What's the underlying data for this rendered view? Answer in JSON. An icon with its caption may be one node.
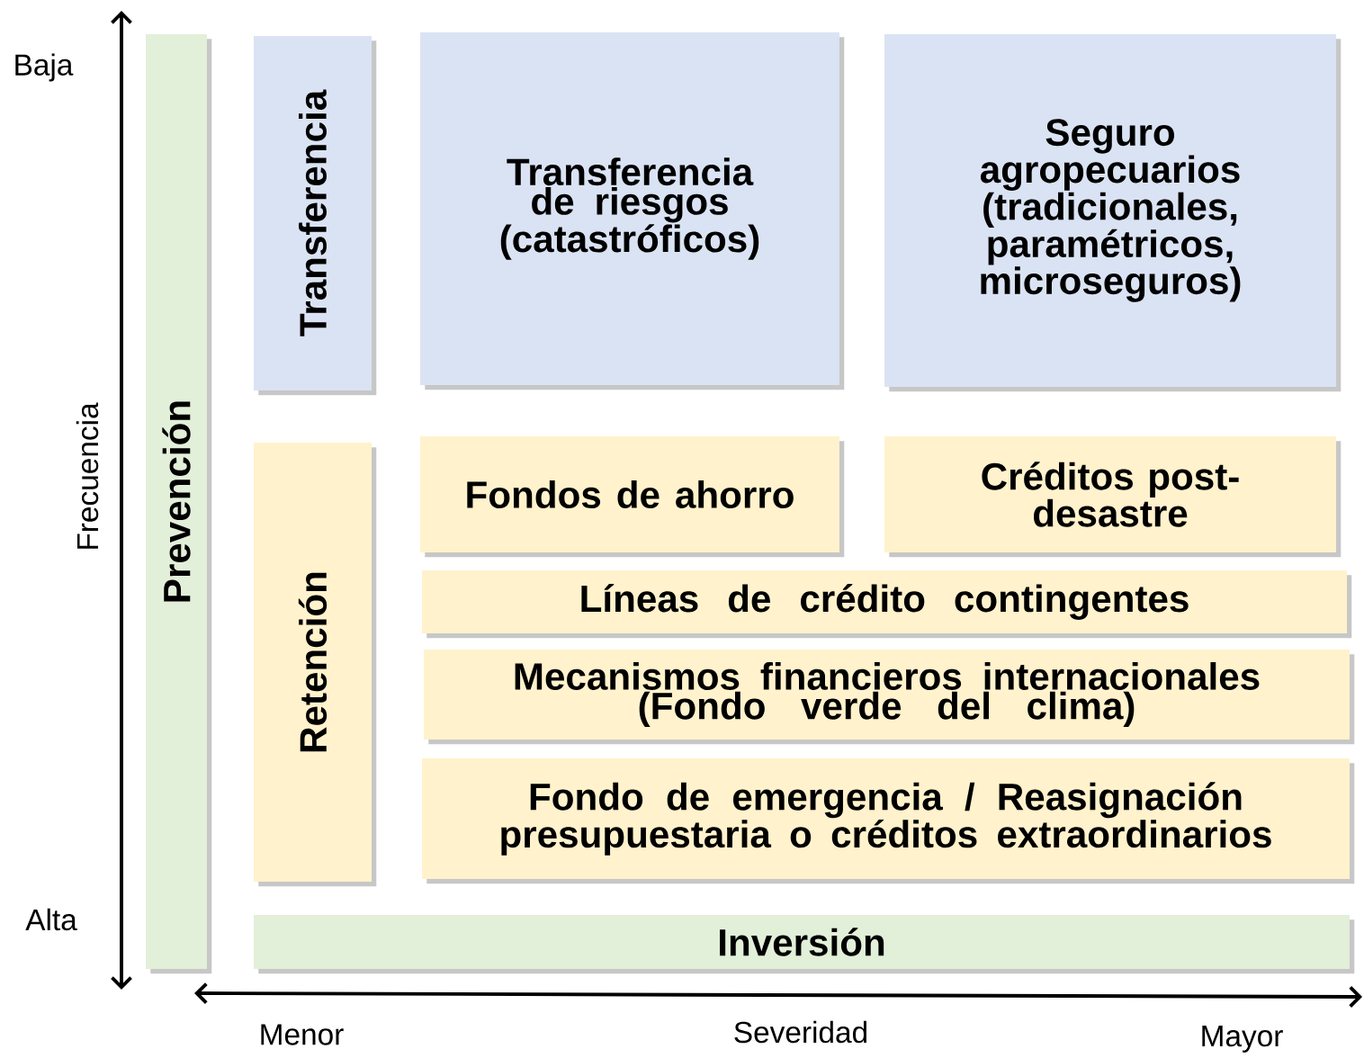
{
  "diagram": {
    "nodes": [
      {
        "text": [
          "Prevención"
        ]
      },
      {
        "text": [
          "Transferencia"
        ]
      },
      {
        "text": [
          "Transferencia de riesgos (catastróficos)"
        ]
      },
      {
        "text": [
          "Seguro agropecuarios (tradicionales, paramétricos, microseguros)"
        ]
      },
      {
        "text": [
          "Retención"
        ]
      },
      {
        "text": [
          "Fondos de ahorro"
        ]
      },
      {
        "text": [
          "Créditos post-desastre"
        ]
      },
      {
        "text": [
          "Líneas de crédito contingentes"
        ]
      },
      {
        "text": [
          "Mecanismos financieros internacionales (Fondo verde del clima)"
        ]
      },
      {
        "text": [
          "Fondo de emergencia / Reasignación presupuestaria o créditos extraordinarios"
        ]
      },
      {
        "text": [
          "Inversión"
        ]
      }
    ],
    "labels": [
      "Baja",
      "Frecuencia",
      "Alta",
      "Menor",
      "Severidad",
      "Mayor"
    ]
  }
}
